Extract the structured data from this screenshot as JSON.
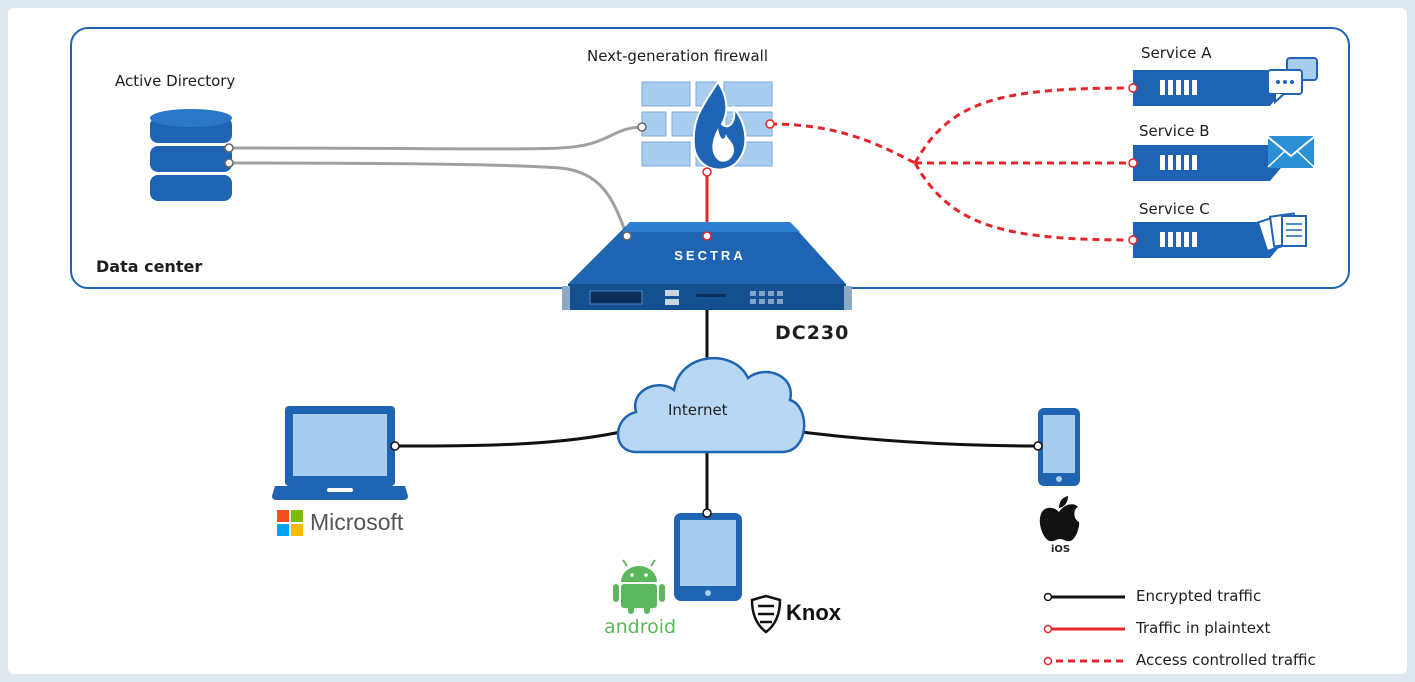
{
  "labels": {
    "active_directory": "Active Directory",
    "firewall": "Next-generation firewall",
    "service_a": "Service A",
    "service_b": "Service B",
    "service_c": "Service C",
    "data_center": "Data center",
    "appliance_model": "DC230",
    "appliance_brand": "SECTRA",
    "internet": "Internet",
    "microsoft": "Microsoft",
    "android": "android",
    "knox": "Knox",
    "ios": "iOS"
  },
  "legend": [
    {
      "label": "Encrypted traffic",
      "color": "#111111",
      "style": "solid"
    },
    {
      "label": "Traffic in plaintext",
      "color": "#e3262b",
      "style": "solid"
    },
    {
      "label": "Access controlled traffic",
      "color": "#e3262b",
      "style": "dashed"
    }
  ],
  "colors": {
    "accent_blue": "#1f64b3",
    "device_fill": "#a9cdef",
    "cloud_fill": "#b8d7f2",
    "plaintext_red": "#e3262b",
    "encrypted_black": "#111111",
    "ad_link_gray": "#a0a0a0"
  },
  "icons": [
    "database-icon",
    "firewall-icon",
    "server-icon",
    "chat-icon",
    "mail-icon",
    "documents-icon",
    "laptop-icon",
    "tablet-icon",
    "phone-icon",
    "cloud-icon",
    "microsoft-logo",
    "android-logo",
    "knox-logo",
    "apple-logo"
  ]
}
